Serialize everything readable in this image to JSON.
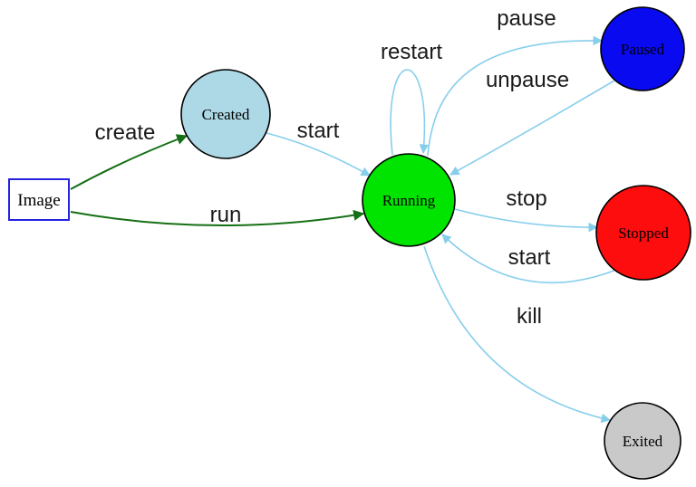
{
  "colors": {
    "edge_blue": "#87ceeb",
    "edge_green": "#156f15",
    "node_border": "#000000",
    "image_border": "#2323e0",
    "background": "#ffffff"
  },
  "diagram": {
    "type": "state-diagram",
    "nodes": [
      {
        "id": "image",
        "label": "Image",
        "shape": "rect",
        "fill": "#ffffff"
      },
      {
        "id": "created",
        "label": "Created",
        "shape": "circle",
        "fill": "#add8e6"
      },
      {
        "id": "running",
        "label": "Running",
        "shape": "circle",
        "fill": "#00e400"
      },
      {
        "id": "paused",
        "label": "Paused",
        "shape": "circle",
        "fill": "#0a0af0"
      },
      {
        "id": "stopped",
        "label": "Stopped",
        "shape": "circle",
        "fill": "#fd0d0d"
      },
      {
        "id": "exited",
        "label": "Exited",
        "shape": "circle",
        "fill": "#c9c9c9"
      }
    ],
    "edges": [
      {
        "from": "image",
        "to": "created",
        "label": "create",
        "color": "#156f15"
      },
      {
        "from": "image",
        "to": "running",
        "label": "run",
        "color": "#156f15"
      },
      {
        "from": "created",
        "to": "running",
        "label": "start",
        "color": "#87ceeb"
      },
      {
        "from": "running",
        "to": "running",
        "label": "restart",
        "color": "#87ceeb"
      },
      {
        "from": "running",
        "to": "paused",
        "label": "pause",
        "color": "#87ceeb"
      },
      {
        "from": "paused",
        "to": "running",
        "label": "unpause",
        "color": "#87ceeb"
      },
      {
        "from": "running",
        "to": "stopped",
        "label": "stop",
        "color": "#87ceeb"
      },
      {
        "from": "stopped",
        "to": "running",
        "label": "start",
        "color": "#87ceeb"
      },
      {
        "from": "running",
        "to": "exited",
        "label": "kill",
        "color": "#87ceeb"
      }
    ]
  }
}
